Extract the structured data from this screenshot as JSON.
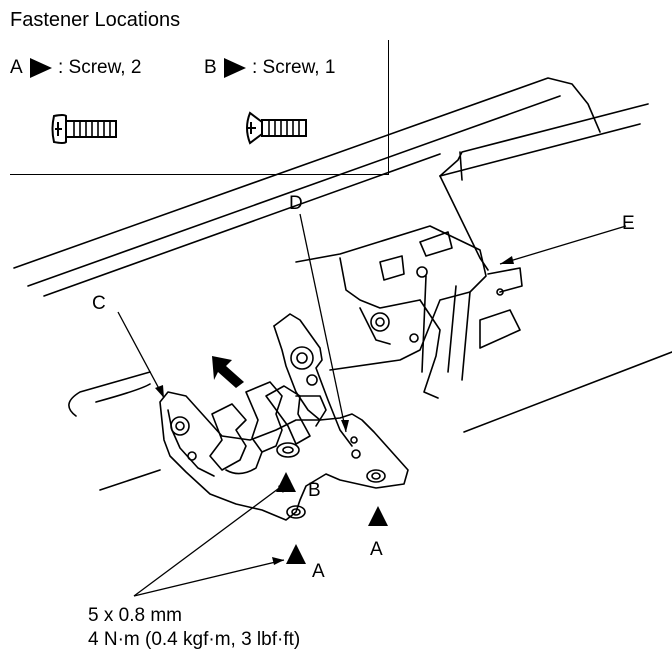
{
  "title": "Fastener Locations",
  "legend": {
    "a": {
      "letter": "A",
      "text": ": Screw, 2"
    },
    "b": {
      "letter": "B",
      "text": ": Screw, 1"
    }
  },
  "callouts": {
    "c": "C",
    "d": "D",
    "e": "E",
    "a_bottom": "A",
    "a_right": "A",
    "b": "B"
  },
  "spec": {
    "size": "5 x 0.8 mm",
    "torque": "4 N·m (0.4 kgf·m, 3 lbf·ft)"
  }
}
